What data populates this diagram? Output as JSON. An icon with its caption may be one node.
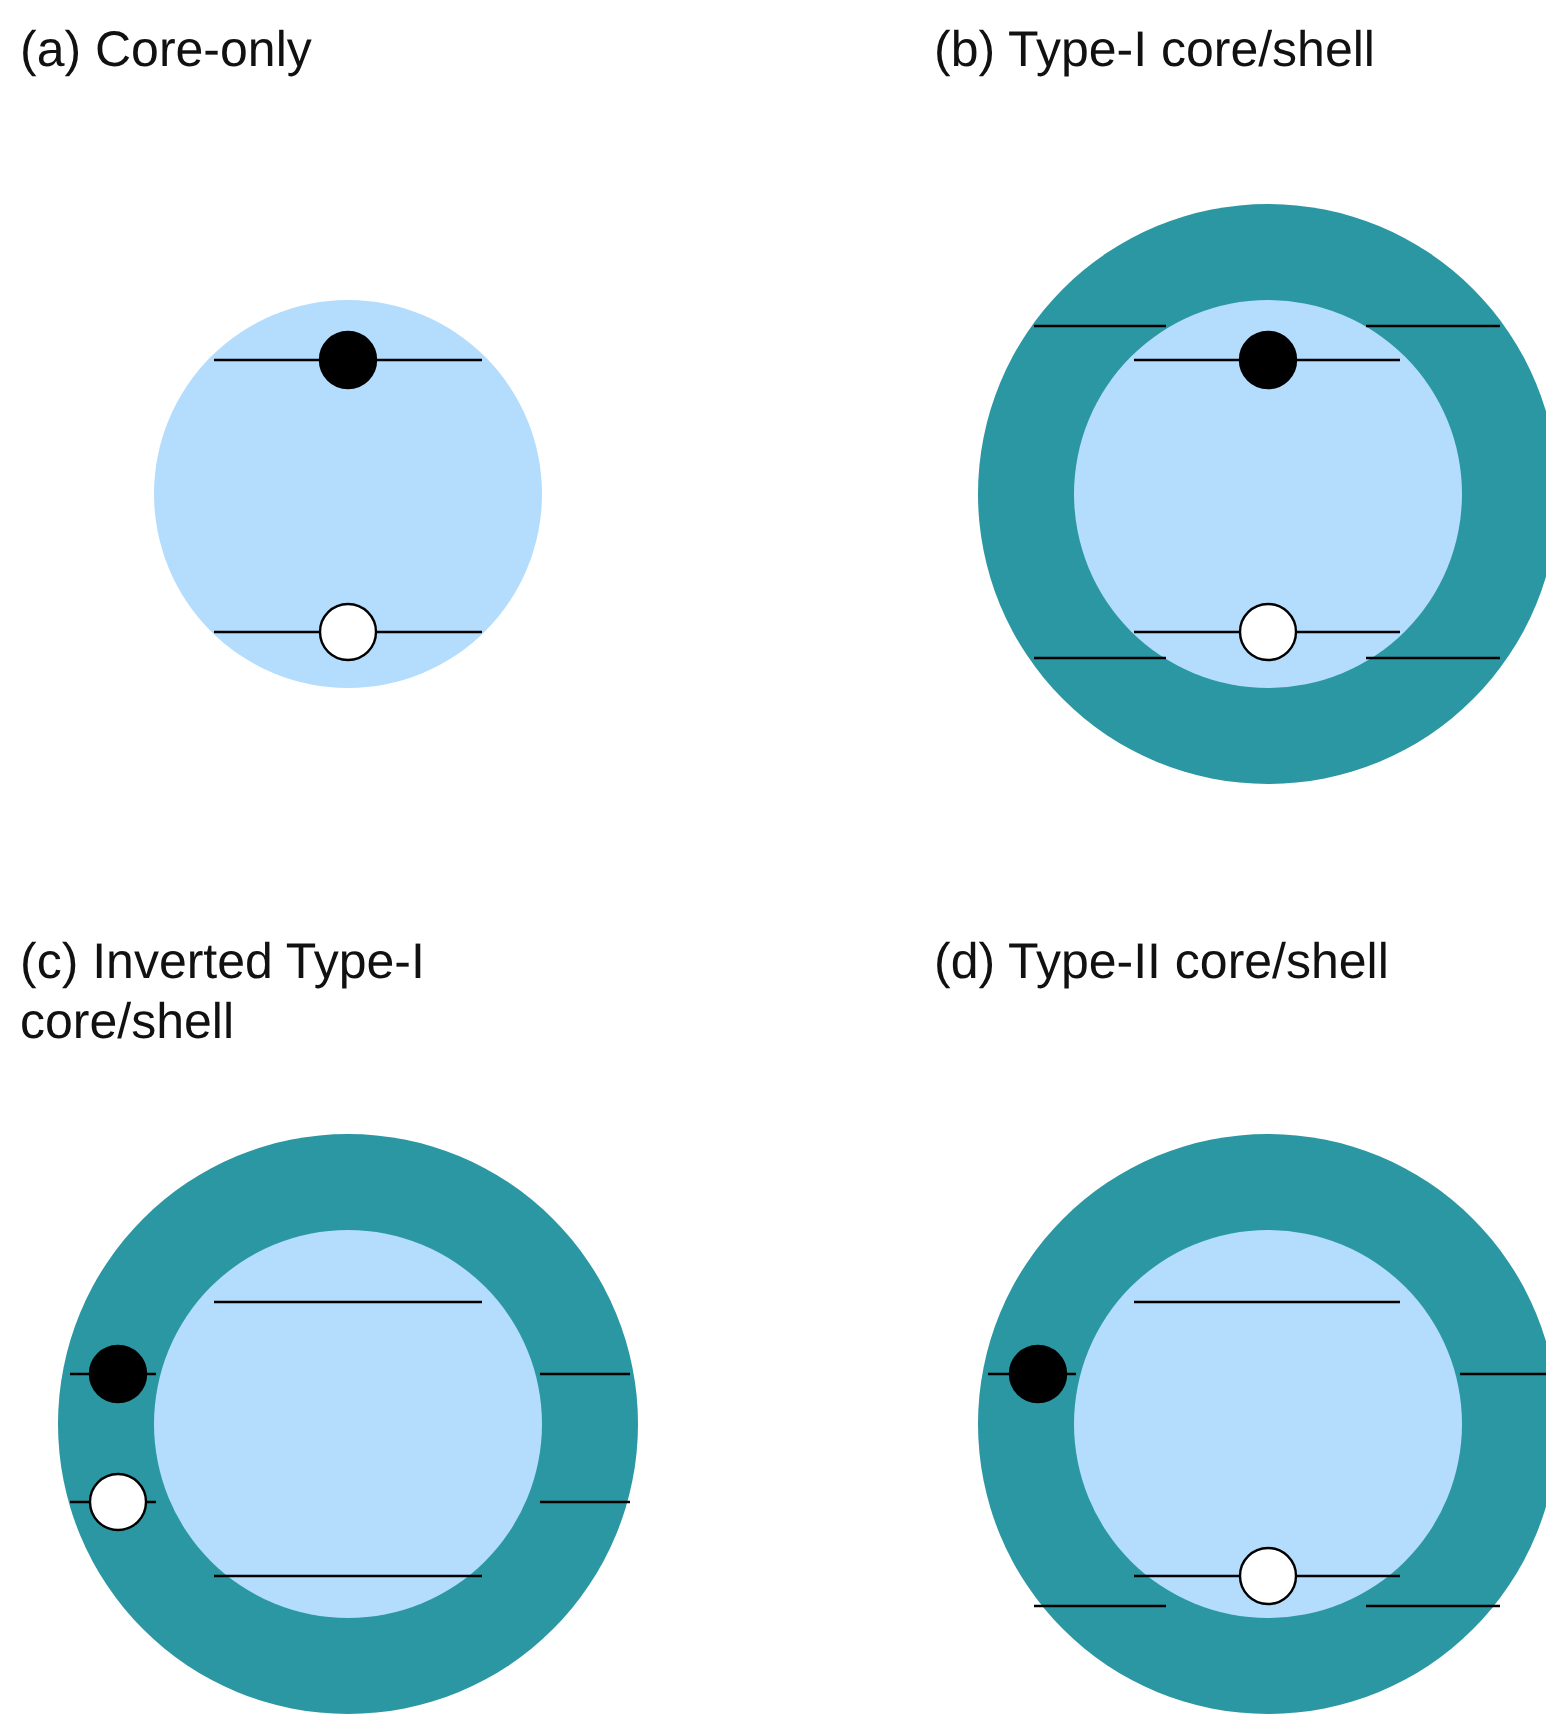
{
  "diagram": {
    "labels": [
      "(a) Core-only",
      "(b) Type-I core/shell",
      "(c) Inverted Type-I core/shell",
      "(d) Type-II core/shell"
    ]
  }
}
